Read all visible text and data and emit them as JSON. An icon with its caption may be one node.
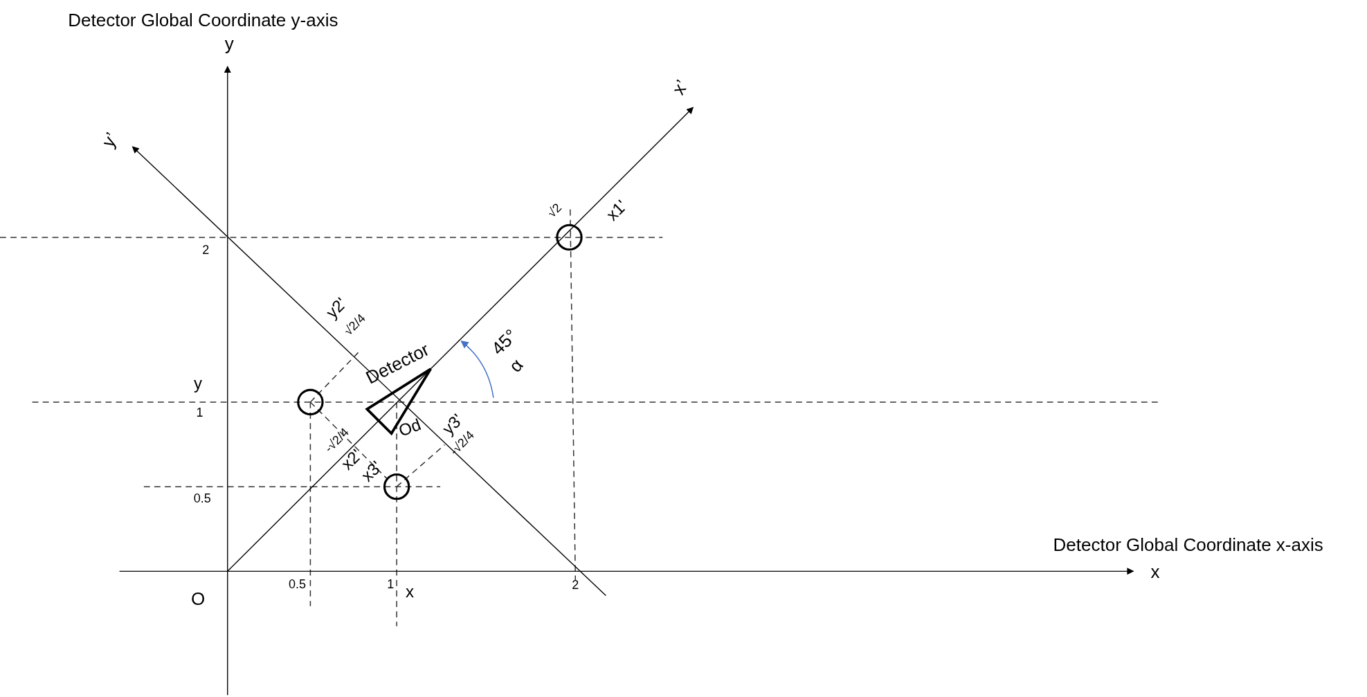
{
  "diagram": {
    "nodes": [
      {
        "text": [],
        "shape": "circle"
      },
      {
        "text": [],
        "shape": "triangle",
        "beside": [
          "Detector",
          "Od"
        ]
      },
      {
        "text": [],
        "shape": "circle"
      },
      {
        "text": [],
        "shape": "circle"
      }
    ],
    "edges": [],
    "labels": [
      "Detector Global Coordinate y-axis",
      "y",
      "y’",
      "x’",
      "√2",
      "x1'",
      "2",
      "y2'",
      "√2/4",
      "45°",
      "α",
      "y",
      "1",
      "-√2/4",
      "y3'",
      "-√2/4",
      "x2'",
      "x3'",
      "0.5",
      "Detector Global Coordinate x-axis",
      "x",
      "O",
      "0.5",
      "1",
      "x",
      "2"
    ]
  }
}
